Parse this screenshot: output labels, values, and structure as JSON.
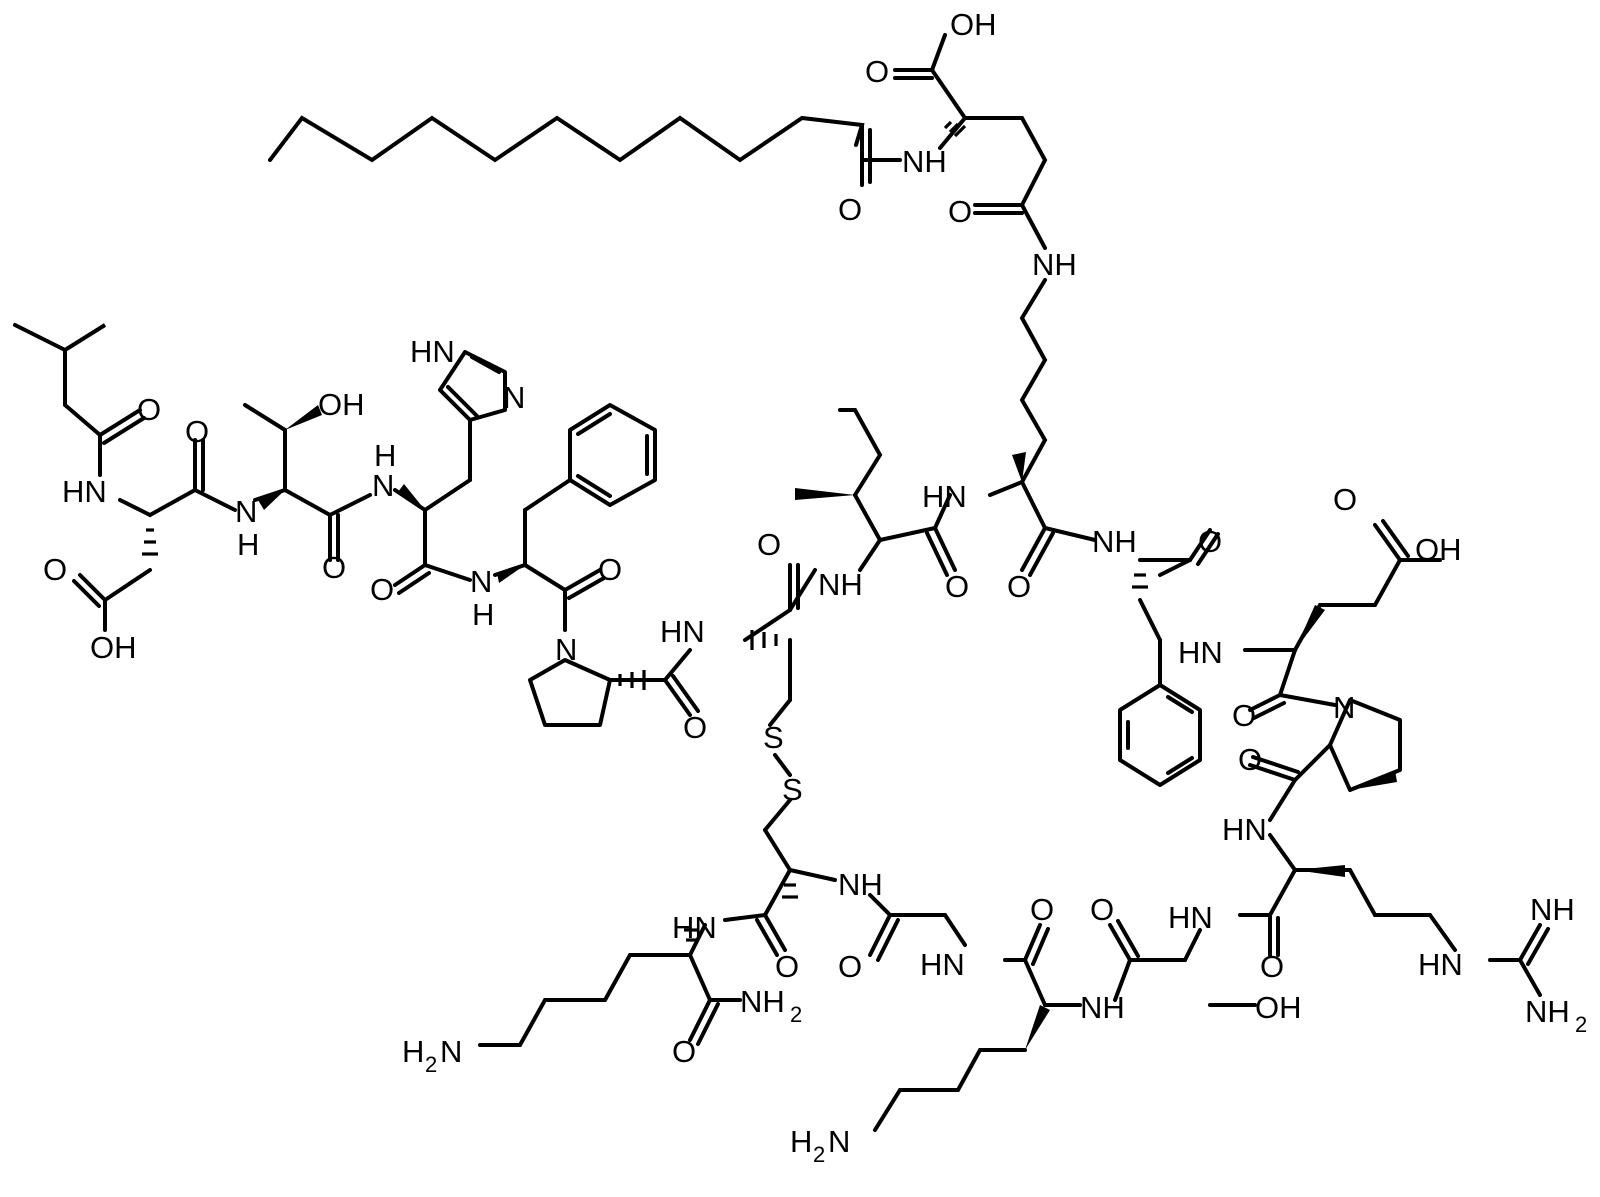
{
  "molecule": {
    "labels": {
      "oh_acid_top": "OH",
      "o_acid_top": "O",
      "nh_glu_sidechain": "NH",
      "o_palmitoyl": "O",
      "o_glu_gamma": "O",
      "nh_lys_epsilon": "NH",
      "o_isovaleryl": "O",
      "hn_asp": "HN",
      "o_asp_carbonyl": "O",
      "n_thr": "N",
      "h_thr": "H",
      "oh_thr": "OH",
      "o_thr_carbonyl": "O",
      "n_his_amide": "N",
      "h_his_amide": "H",
      "hn_imidazole": "HN",
      "n_imidazole": "N",
      "o_asp_acid": "O",
      "oh_asp_acid": "OH",
      "o_his_carbonyl": "O",
      "n_phe1": "N",
      "h_phe1": "H",
      "o_phe1_carbonyl": "O",
      "n_pro1": "N",
      "o_pro1_carbonyl": "O",
      "hn_cys1": "HN",
      "o_cys1_carbonyl": "O",
      "nh_ile": "NH",
      "o_ile_carbonyl": "O",
      "hn_lys": "HN",
      "o_lys_carbonyl": "O",
      "nh_phe2": "NH",
      "o_phe2_carbonyl": "O",
      "o_glu_side": "O",
      "oh_glu_side": "OH",
      "hn_glu": "HN",
      "o_glu_carbonyl": "O",
      "n_pro2": "N",
      "o_pro2_carbonyl": "O",
      "hn_arg": "HN",
      "s1": "S",
      "s2": "S",
      "nh_cys2": "NH",
      "hn_lys_c": "HN",
      "o_cys2_carbonyl": "O",
      "o_gly_carbonyl": "O",
      "hn_gly": "HN",
      "o_lys2_carbonyl": "O",
      "o_ser_carbonyl": "O",
      "hn_ser": "HN",
      "o_arg_carbonyl": "O",
      "nh_imine": "NH",
      "hn_guanidine": "HN",
      "nh2_guanidine": "NH",
      "nh2_guanidine_sub": "2",
      "nh_lys2": "NH",
      "oh_ser": "OH",
      "o_amide_c": "O",
      "nh2_amide": "NH",
      "nh2_amide_sub": "2",
      "h2n_lys_c": "H",
      "h2n_lys_c_sub": "2",
      "h2n_lys_c_n": "N",
      "h2n_lys2": "H",
      "h2n_lys2_sub": "2",
      "h2n_lys2_n": "N"
    }
  }
}
